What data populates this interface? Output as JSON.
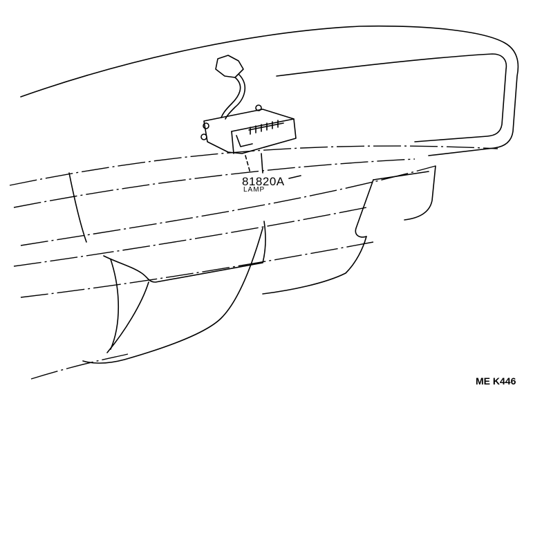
{
  "callouts": [
    {
      "part_number": "81820A",
      "part_name": "LAMP"
    }
  ],
  "illustration_code": "ME K446"
}
